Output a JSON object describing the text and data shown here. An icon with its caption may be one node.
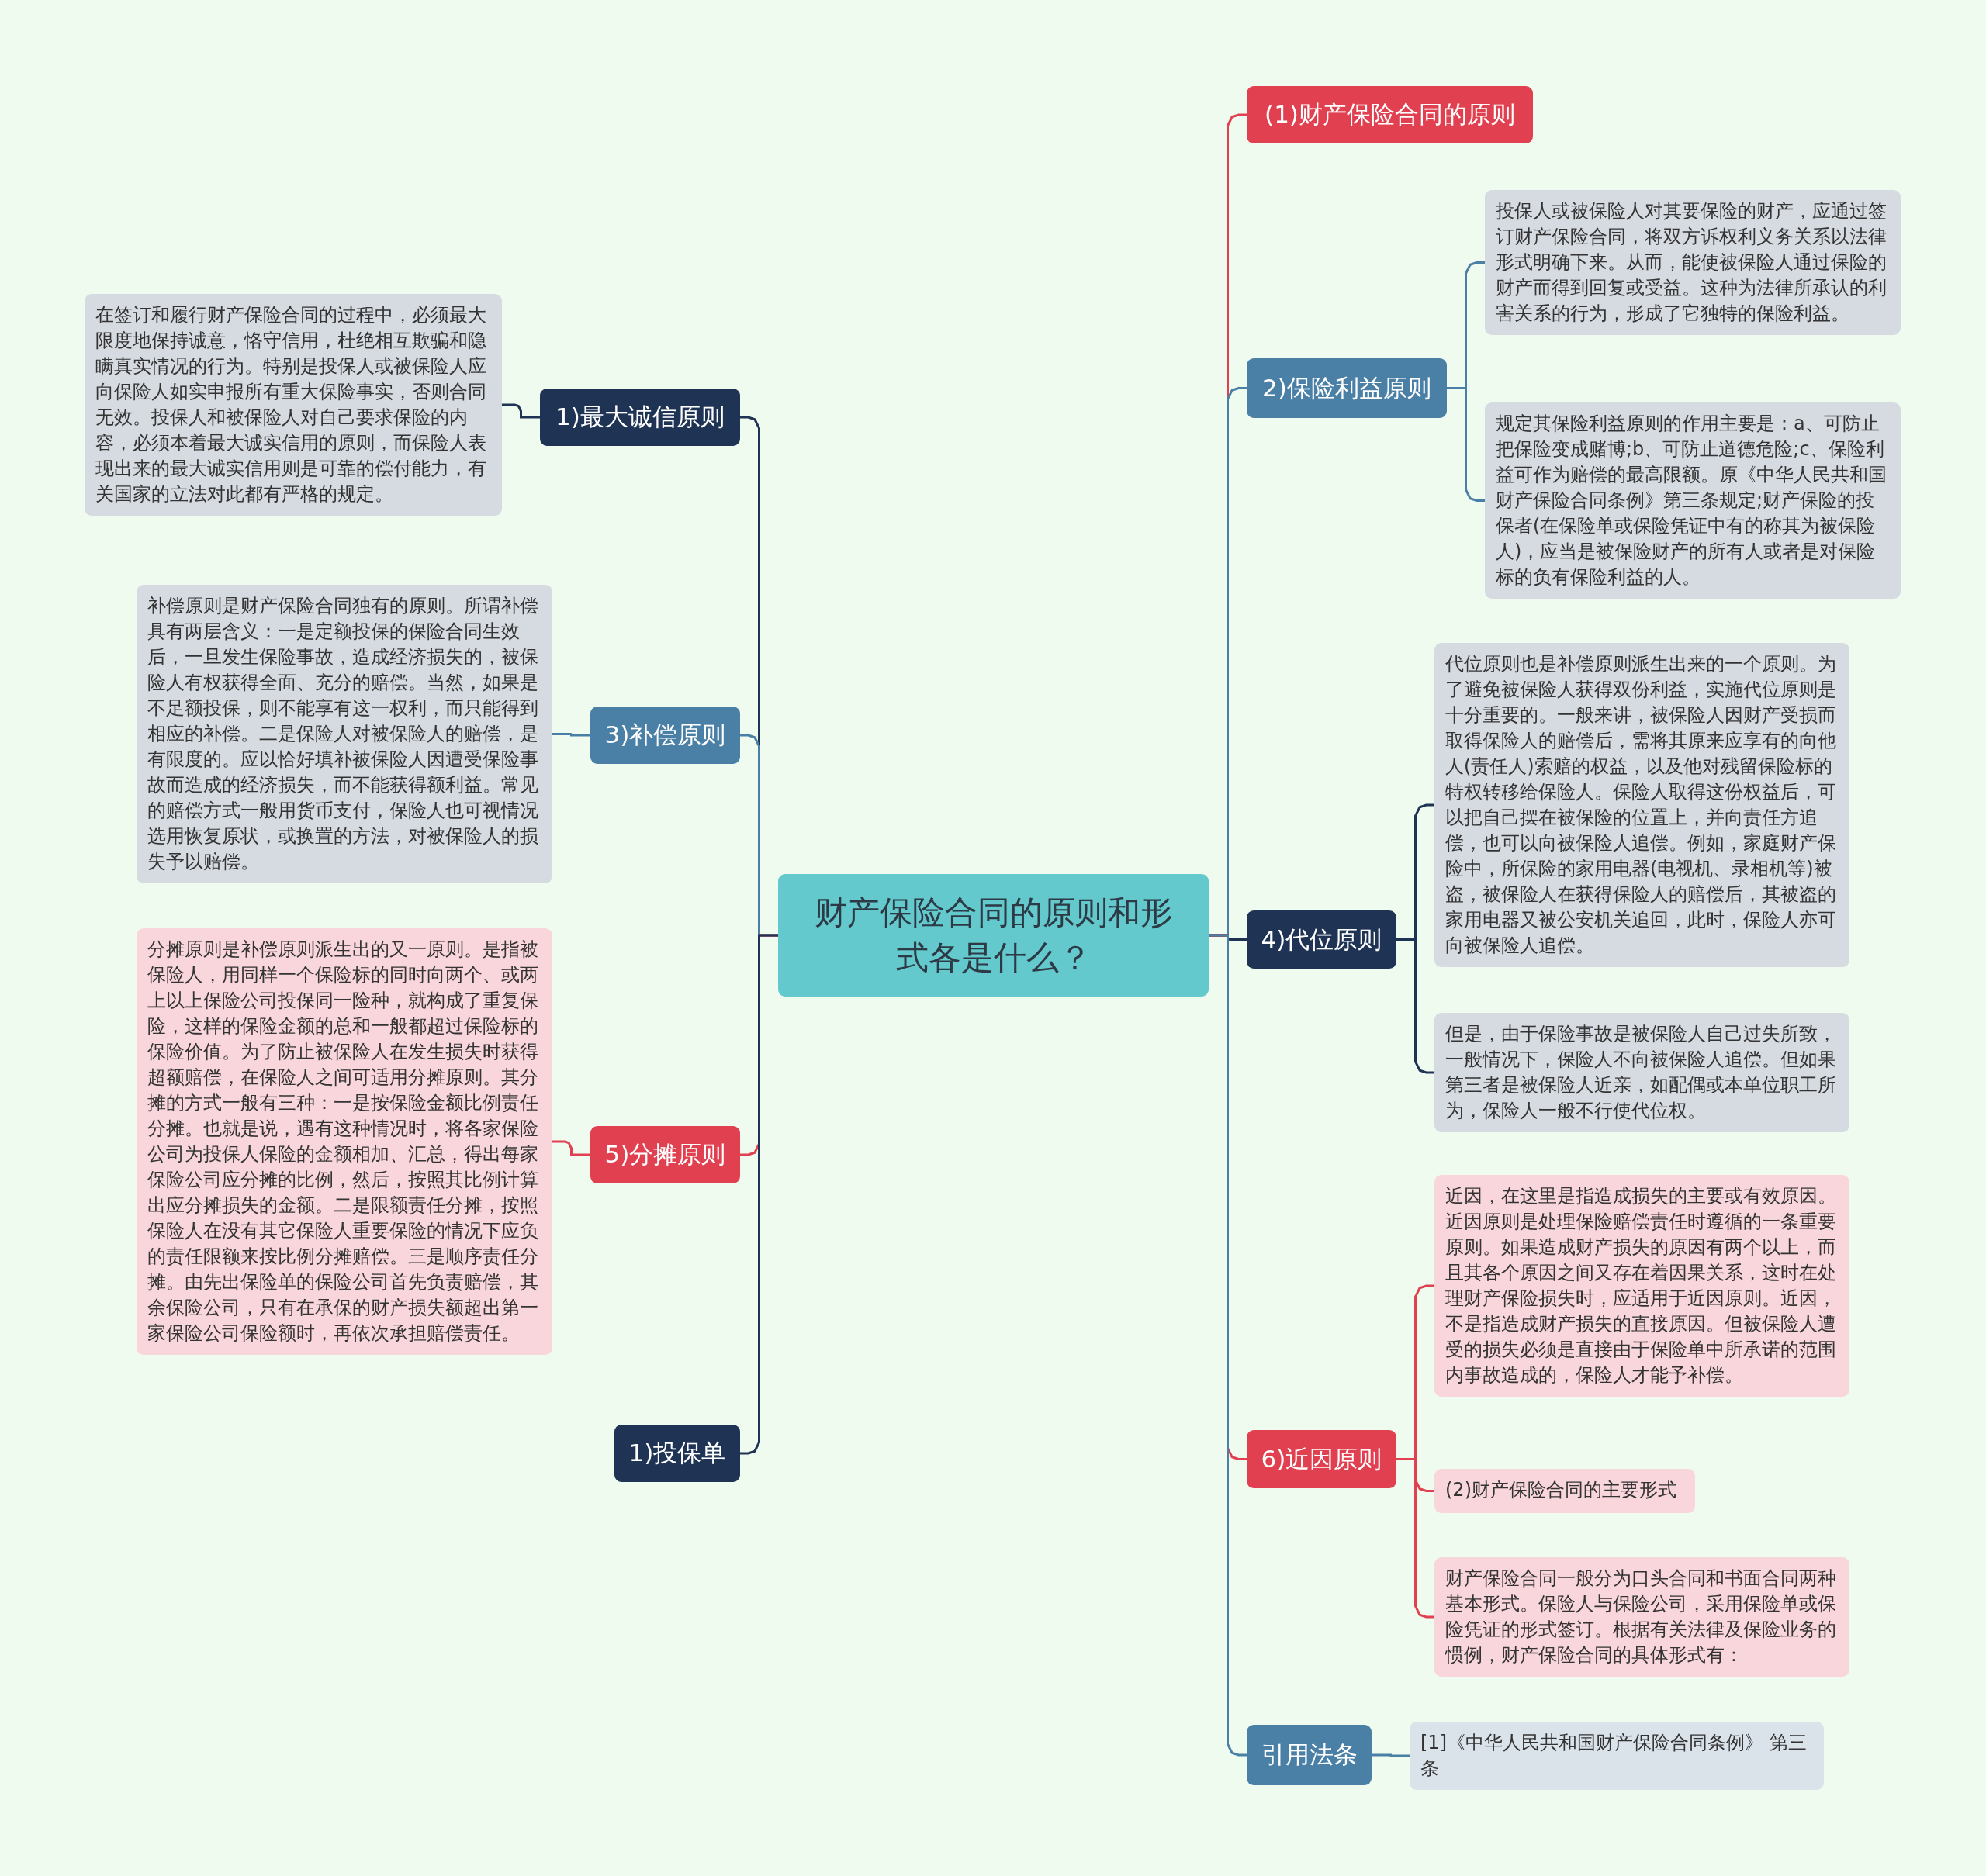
{
  "diagram": {
    "nodes": [
      {
        "text": [
          "财产保险合同的原则和形式各是什么？"
        ]
      },
      {
        "text": [
          "1)最大诚信原则"
        ]
      },
      {
        "text": [
          "在签订和履行财产保险合同的过程中，必须最大限度地保持诚意，恪守信用，杜绝相互欺骗和隐瞒真实情况的行为。特别是投保人或被保险人应向保险人如实申报所有重大保险事实，否则合同无效。投保人和被保险人对自己要求保险的内容，必须本着最大诚实信用的原则，而保险人表现出来的最大诚实信用则是可靠的偿付能力，有关国家的立法对此都有严格的规定。"
        ]
      },
      {
        "text": [
          "3)补偿原则"
        ]
      },
      {
        "text": [
          "补偿原则是财产保险合同独有的原则。所谓补偿具有两层含义：一是定额投保的保险合同生效后，一旦发生保险事故，造成经济损失的，被保险人有权获得全面、充分的赔偿。当然，如果是不足额投保，则不能享有这一权利，而只能得到相应的补偿。二是保险人对被保险人的赔偿，是有限度的。应以恰好填补被保险人因遭受保险事故而造成的经济损失，而不能获得额利益。常见的赔偿方式一般用货币支付，保险人也可视情况选用恢复原状，或换置的方法，对被保险人的损失予以赔偿。"
        ]
      },
      {
        "text": [
          "5)分摊原则"
        ]
      },
      {
        "text": [
          "分摊原则是补偿原则派生出的又一原则。是指被保险人，用同样一个保险标的同时向两个、或两上以上保险公司投保同一险种，就构成了重复保险，这样的保险金额的总和一般都超过保险标的保险价值。为了防止被保险人在发生损失时获得超额赔偿，在保险人之间可适用分摊原则。其分摊的方式一般有三种：一是按保险金额比例责任分摊。也就是说，遇有这种情况时，将各家保险公司为投保人保险的金额相加、汇总，得出每家保险公司应分摊的比例，然后，按照其比例计算出应分摊损失的金额。二是限额责任分摊，按照保险人在没有其它保险人重要保险的情况下应负的责任限额来按比例分摊赔偿。三是顺序责任分摊。由先出保险单的保险公司首先负责赔偿，其余保险公司，只有在承保的财产损失额超出第一家保险公司保险额时，再依次承担赔偿责任。"
        ]
      },
      {
        "text": [
          "1)投保单"
        ]
      },
      {
        "text": [
          "(1)财产保险合同的原则"
        ]
      },
      {
        "text": [
          "2)保险利益原则"
        ]
      },
      {
        "text": [
          "投保人或被保险人对其要保险的财产，应通过签订财产保险合同，将双方诉权利义务关系以法律形式明确下来。从而，能使被保险人通过保险的财产而得到回复或受益。这种为法律所承认的利害关系的行为，形成了它独特的保险利益。"
        ]
      },
      {
        "text": [
          "规定其保险利益原则的作用主要是：a、可防止把保险变成赌博;b、可防止道德危险;c、保险利益可作为赔偿的最高限额。原《中华人民共和国财产保险合同条例》第三条规定;财产保险的投保者(在保险单或保险凭证中有的称其为被保险人)，应当是被保险财产的所有人或者是对保险标的负有保险利益的人。"
        ]
      },
      {
        "text": [
          "4)代位原则"
        ]
      },
      {
        "text": [
          "代位原则也是补偿原则派生出来的一个原则。为了避免被保险人获得双份利益，实施代位原则是十分重要的。一般来讲，被保险人因财产受损而取得保险人的赔偿后，需将其原来应享有的向他人(责任人)索赔的权益，以及他对残留保险标的特权转移给保险人。保险人取得这份权益后，可以把自己摆在被保险的位置上，并向责任方追偿，也可以向被保险人追偿。例如，家庭财产保险中，所保险的家用电器(电视机、录相机等)被盗，被保险人在获得保险人的赔偿后，其被盗的家用电器又被公安机关追回，此时，保险人亦可向被保险人追偿。"
        ]
      },
      {
        "text": [
          "但是，由于保险事故是被保险人自己过失所致，一般情况下，保险人不向被保险人追偿。但如果第三者是被保险人近亲，如配偶或本单位职工所为，保险人一般不行使代位权。"
        ]
      },
      {
        "text": [
          "6)近因原则"
        ]
      },
      {
        "text": [
          "近因，在这里是指造成损失的主要或有效原因。近因原则是处理保险赔偿责任时遵循的一条重要原则。如果造成财产损失的原因有两个以上，而且其各个原因之间又存在着因果关系，这时在处理财产保险损失时，应适用于近因原则。近因，不是指造成财产损失的直接原因。但被保险人遭受的损失必须是直接由于保险单中所承诺的范围内事故造成的，保险人才能予补偿。"
        ]
      },
      {
        "text": [
          "(2)财产保险合同的主要形式"
        ]
      },
      {
        "text": [
          "财产保险合同一般分为口头合同和书面合同两种基本形式。保险人与保险公司，采用保险单或保险凭证的形式签订。根据有关法律及保险业务的惯例，财产保险合同的具体形式有："
        ]
      },
      {
        "text": [
          "引用法条"
        ]
      },
      {
        "text": [
          "[1]《中华人民共和国财产保险合同条例》 第三条"
        ]
      }
    ],
    "edges": [
      {
        "from": 0,
        "to": 1,
        "arrow": "none",
        "color": "#1f3354"
      },
      {
        "from": 1,
        "to": 2,
        "arrow": "none",
        "color": "#1f3354"
      },
      {
        "from": 0,
        "to": 3,
        "arrow": "none",
        "color": "#4a7fa6"
      },
      {
        "from": 3,
        "to": 4,
        "arrow": "none",
        "color": "#4a7fa6"
      },
      {
        "from": 0,
        "to": 5,
        "arrow": "none",
        "color": "#e0404f"
      },
      {
        "from": 5,
        "to": 6,
        "arrow": "none",
        "color": "#e0404f"
      },
      {
        "from": 0,
        "to": 7,
        "arrow": "none",
        "color": "#1f3354"
      },
      {
        "from": 0,
        "to": 8,
        "arrow": "none",
        "color": "#e0404f"
      },
      {
        "from": 0,
        "to": 9,
        "arrow": "none",
        "color": "#4a7fa6"
      },
      {
        "from": 9,
        "to": 10,
        "arrow": "none",
        "color": "#4a7fa6"
      },
      {
        "from": 9,
        "to": 11,
        "arrow": "none",
        "color": "#4a7fa6"
      },
      {
        "from": 0,
        "to": 12,
        "arrow": "none",
        "color": "#1f3354"
      },
      {
        "from": 12,
        "to": 13,
        "arrow": "none",
        "color": "#1f3354"
      },
      {
        "from": 12,
        "to": 14,
        "arrow": "none",
        "color": "#1f3354"
      },
      {
        "from": 0,
        "to": 15,
        "arrow": "none",
        "color": "#e0404f"
      },
      {
        "from": 15,
        "to": 16,
        "arrow": "none",
        "color": "#e0404f"
      },
      {
        "from": 15,
        "to": 17,
        "arrow": "none",
        "color": "#e0404f"
      },
      {
        "from": 15,
        "to": 18,
        "arrow": "none",
        "color": "#e0404f"
      },
      {
        "from": 0,
        "to": 19,
        "arrow": "none",
        "color": "#4a7fa6"
      },
      {
        "from": 19,
        "to": 20,
        "arrow": "none",
        "color": "#4a7fa6"
      }
    ]
  }
}
